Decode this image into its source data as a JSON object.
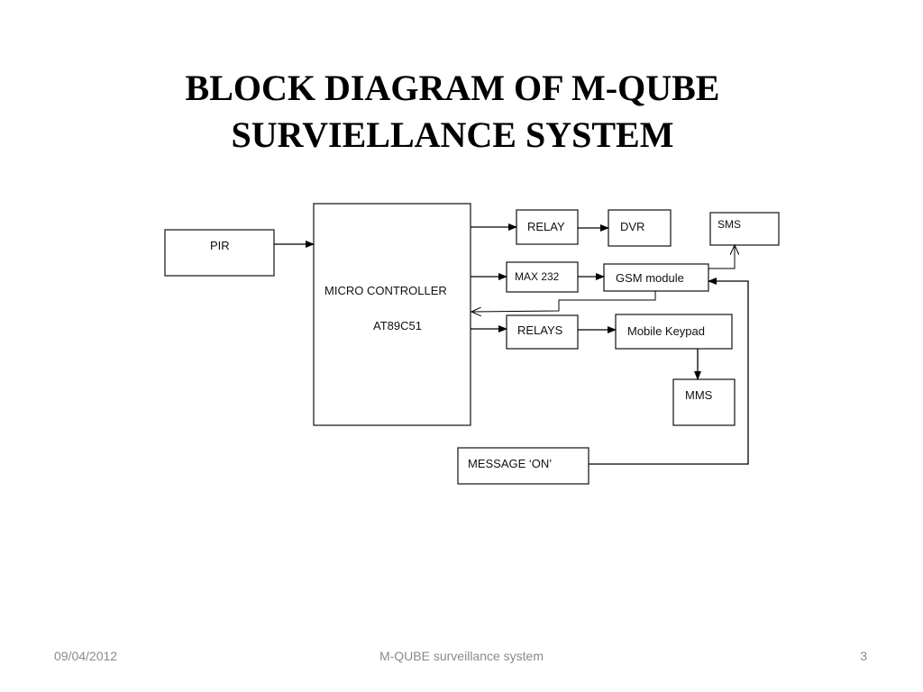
{
  "slide": {
    "title_line1": "BLOCK DIAGRAM OF M-QUBE",
    "title_line2": "SURVIELLANCE SYSTEM"
  },
  "diagram": {
    "pir": "PIR",
    "mc_line1": "MICRO CONTROLLER",
    "mc_line2": "AT89C51",
    "relay": "RELAY",
    "dvr": "DVR",
    "sms": "SMS",
    "max232": "MAX 232",
    "gsm": "GSM module",
    "relays": "RELAYS",
    "mobile_keypad": "Mobile Keypad",
    "mms": "MMS",
    "message_on": "MESSAGE ‘ON’"
  },
  "footer": {
    "date": "09/04/2012",
    "center": "M-QUBE surveillance system",
    "page": "3"
  }
}
